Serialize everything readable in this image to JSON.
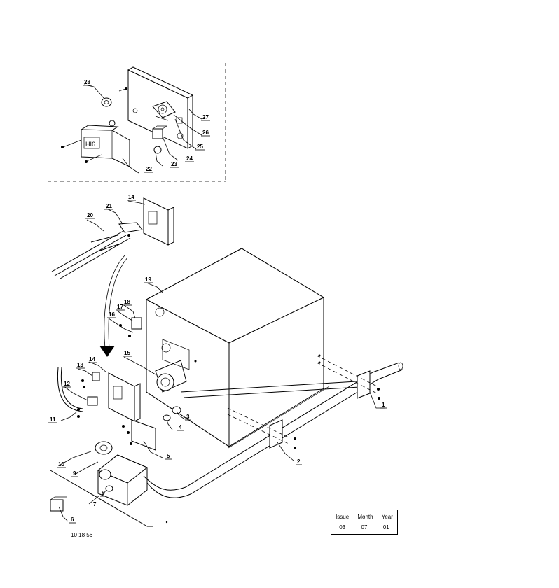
{
  "callouts": [
    "1",
    "2",
    "3",
    "4",
    "5",
    "6",
    "7",
    "8",
    "9",
    "10",
    "11",
    "12",
    "13",
    "14",
    "14",
    "15",
    "16",
    "17",
    "18",
    "19",
    "20",
    "21",
    "22",
    "23",
    "24",
    "25",
    "26",
    "27",
    "28"
  ],
  "issue_table": {
    "headers": [
      "Issue",
      "Month",
      "Year"
    ],
    "values": [
      "03",
      "07",
      "01"
    ]
  },
  "drawing_number": "10 18 56"
}
